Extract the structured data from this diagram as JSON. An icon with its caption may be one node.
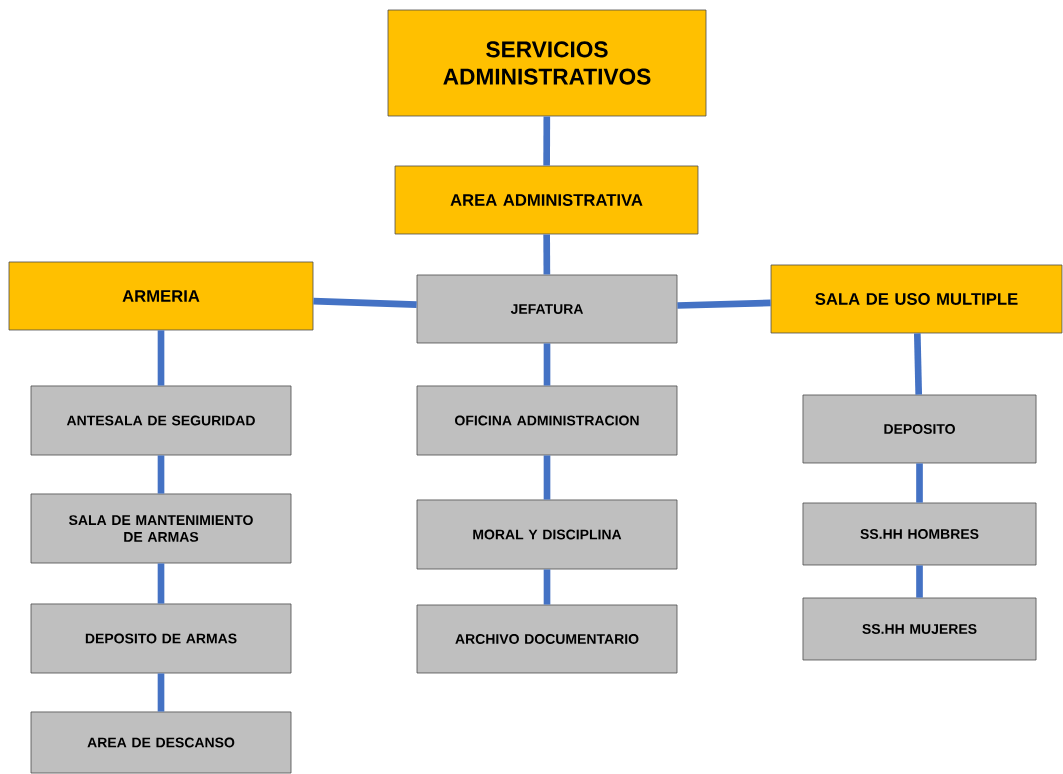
{
  "diagram": {
    "nodes": [
      {
        "text": [
          "SERVICIOS ADMINISTRATIVOS"
        ]
      },
      {
        "text": [
          "AREA ADMINISTRATIVA"
        ]
      },
      {
        "text": [
          "ARMERIA"
        ]
      },
      {
        "text": [
          "JEFATURA"
        ]
      },
      {
        "text": [
          "SALA DE USO MULTIPLE"
        ]
      },
      {
        "text": [
          "ANTESALA DE SEGURIDAD"
        ]
      },
      {
        "text": [
          "SALA DE MANTENIMIENTO DE ARMAS"
        ]
      },
      {
        "text": [
          "DEPOSITO DE ARMAS"
        ]
      },
      {
        "text": [
          "AREA DE DESCANSO"
        ]
      },
      {
        "text": [
          "OFICINA ADMINISTRACION"
        ]
      },
      {
        "text": [
          "MORAL Y DISCIPLINA"
        ]
      },
      {
        "text": [
          "ARCHIVO DOCUMENTARIO"
        ]
      },
      {
        "text": [
          "DEPOSITO"
        ]
      },
      {
        "text": [
          "SS.HH HOMBRES"
        ]
      },
      {
        "text": [
          "SS.HH MUJERES"
        ]
      }
    ],
    "edges": [
      {
        "from": 0,
        "to": 1,
        "arrow": "none"
      },
      {
        "from": 1,
        "to": 3,
        "arrow": "none"
      },
      {
        "from": 3,
        "to": 2,
        "arrow": "none"
      },
      {
        "from": 3,
        "to": 4,
        "arrow": "none"
      },
      {
        "from": 2,
        "to": 5,
        "arrow": "none"
      },
      {
        "from": 5,
        "to": 6,
        "arrow": "none"
      },
      {
        "from": 6,
        "to": 7,
        "arrow": "none"
      },
      {
        "from": 7,
        "to": 8,
        "arrow": "none"
      },
      {
        "from": 3,
        "to": 9,
        "arrow": "none"
      },
      {
        "from": 9,
        "to": 10,
        "arrow": "none"
      },
      {
        "from": 10,
        "to": 11,
        "arrow": "none"
      },
      {
        "from": 4,
        "to": 12,
        "arrow": "none"
      },
      {
        "from": 12,
        "to": 13,
        "arrow": "none"
      },
      {
        "from": 13,
        "to": 14,
        "arrow": "none"
      }
    ]
  }
}
